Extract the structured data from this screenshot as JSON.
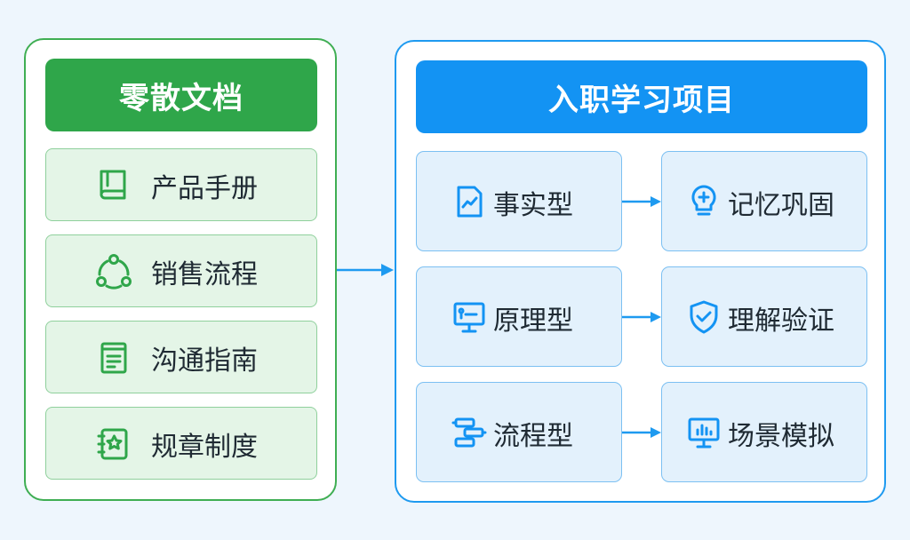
{
  "left": {
    "title": "零散文档",
    "items": [
      {
        "label": "产品手册",
        "icon": "book-icon"
      },
      {
        "label": "销售流程",
        "icon": "cycle-icon"
      },
      {
        "label": "沟通指南",
        "icon": "document-icon"
      },
      {
        "label": "规章制度",
        "icon": "rules-badge-icon"
      }
    ]
  },
  "right": {
    "title": "入职学习项目",
    "rows": [
      {
        "type": "事实型",
        "type_icon": "chart-line-icon",
        "method": "记忆巩固",
        "method_icon": "bulb-icon"
      },
      {
        "type": "原理型",
        "type_icon": "presentation-icon",
        "method": "理解验证",
        "method_icon": "shield-check-icon"
      },
      {
        "type": "流程型",
        "type_icon": "flow-steps-icon",
        "method": "场景模拟",
        "method_icon": "monitor-chart-icon"
      }
    ]
  },
  "colors": {
    "green": "#2fa64a",
    "green_light": "#e4f5e7",
    "blue": "#1393f3",
    "blue_light": "#e3f1fc",
    "background": "#eef6fd"
  }
}
